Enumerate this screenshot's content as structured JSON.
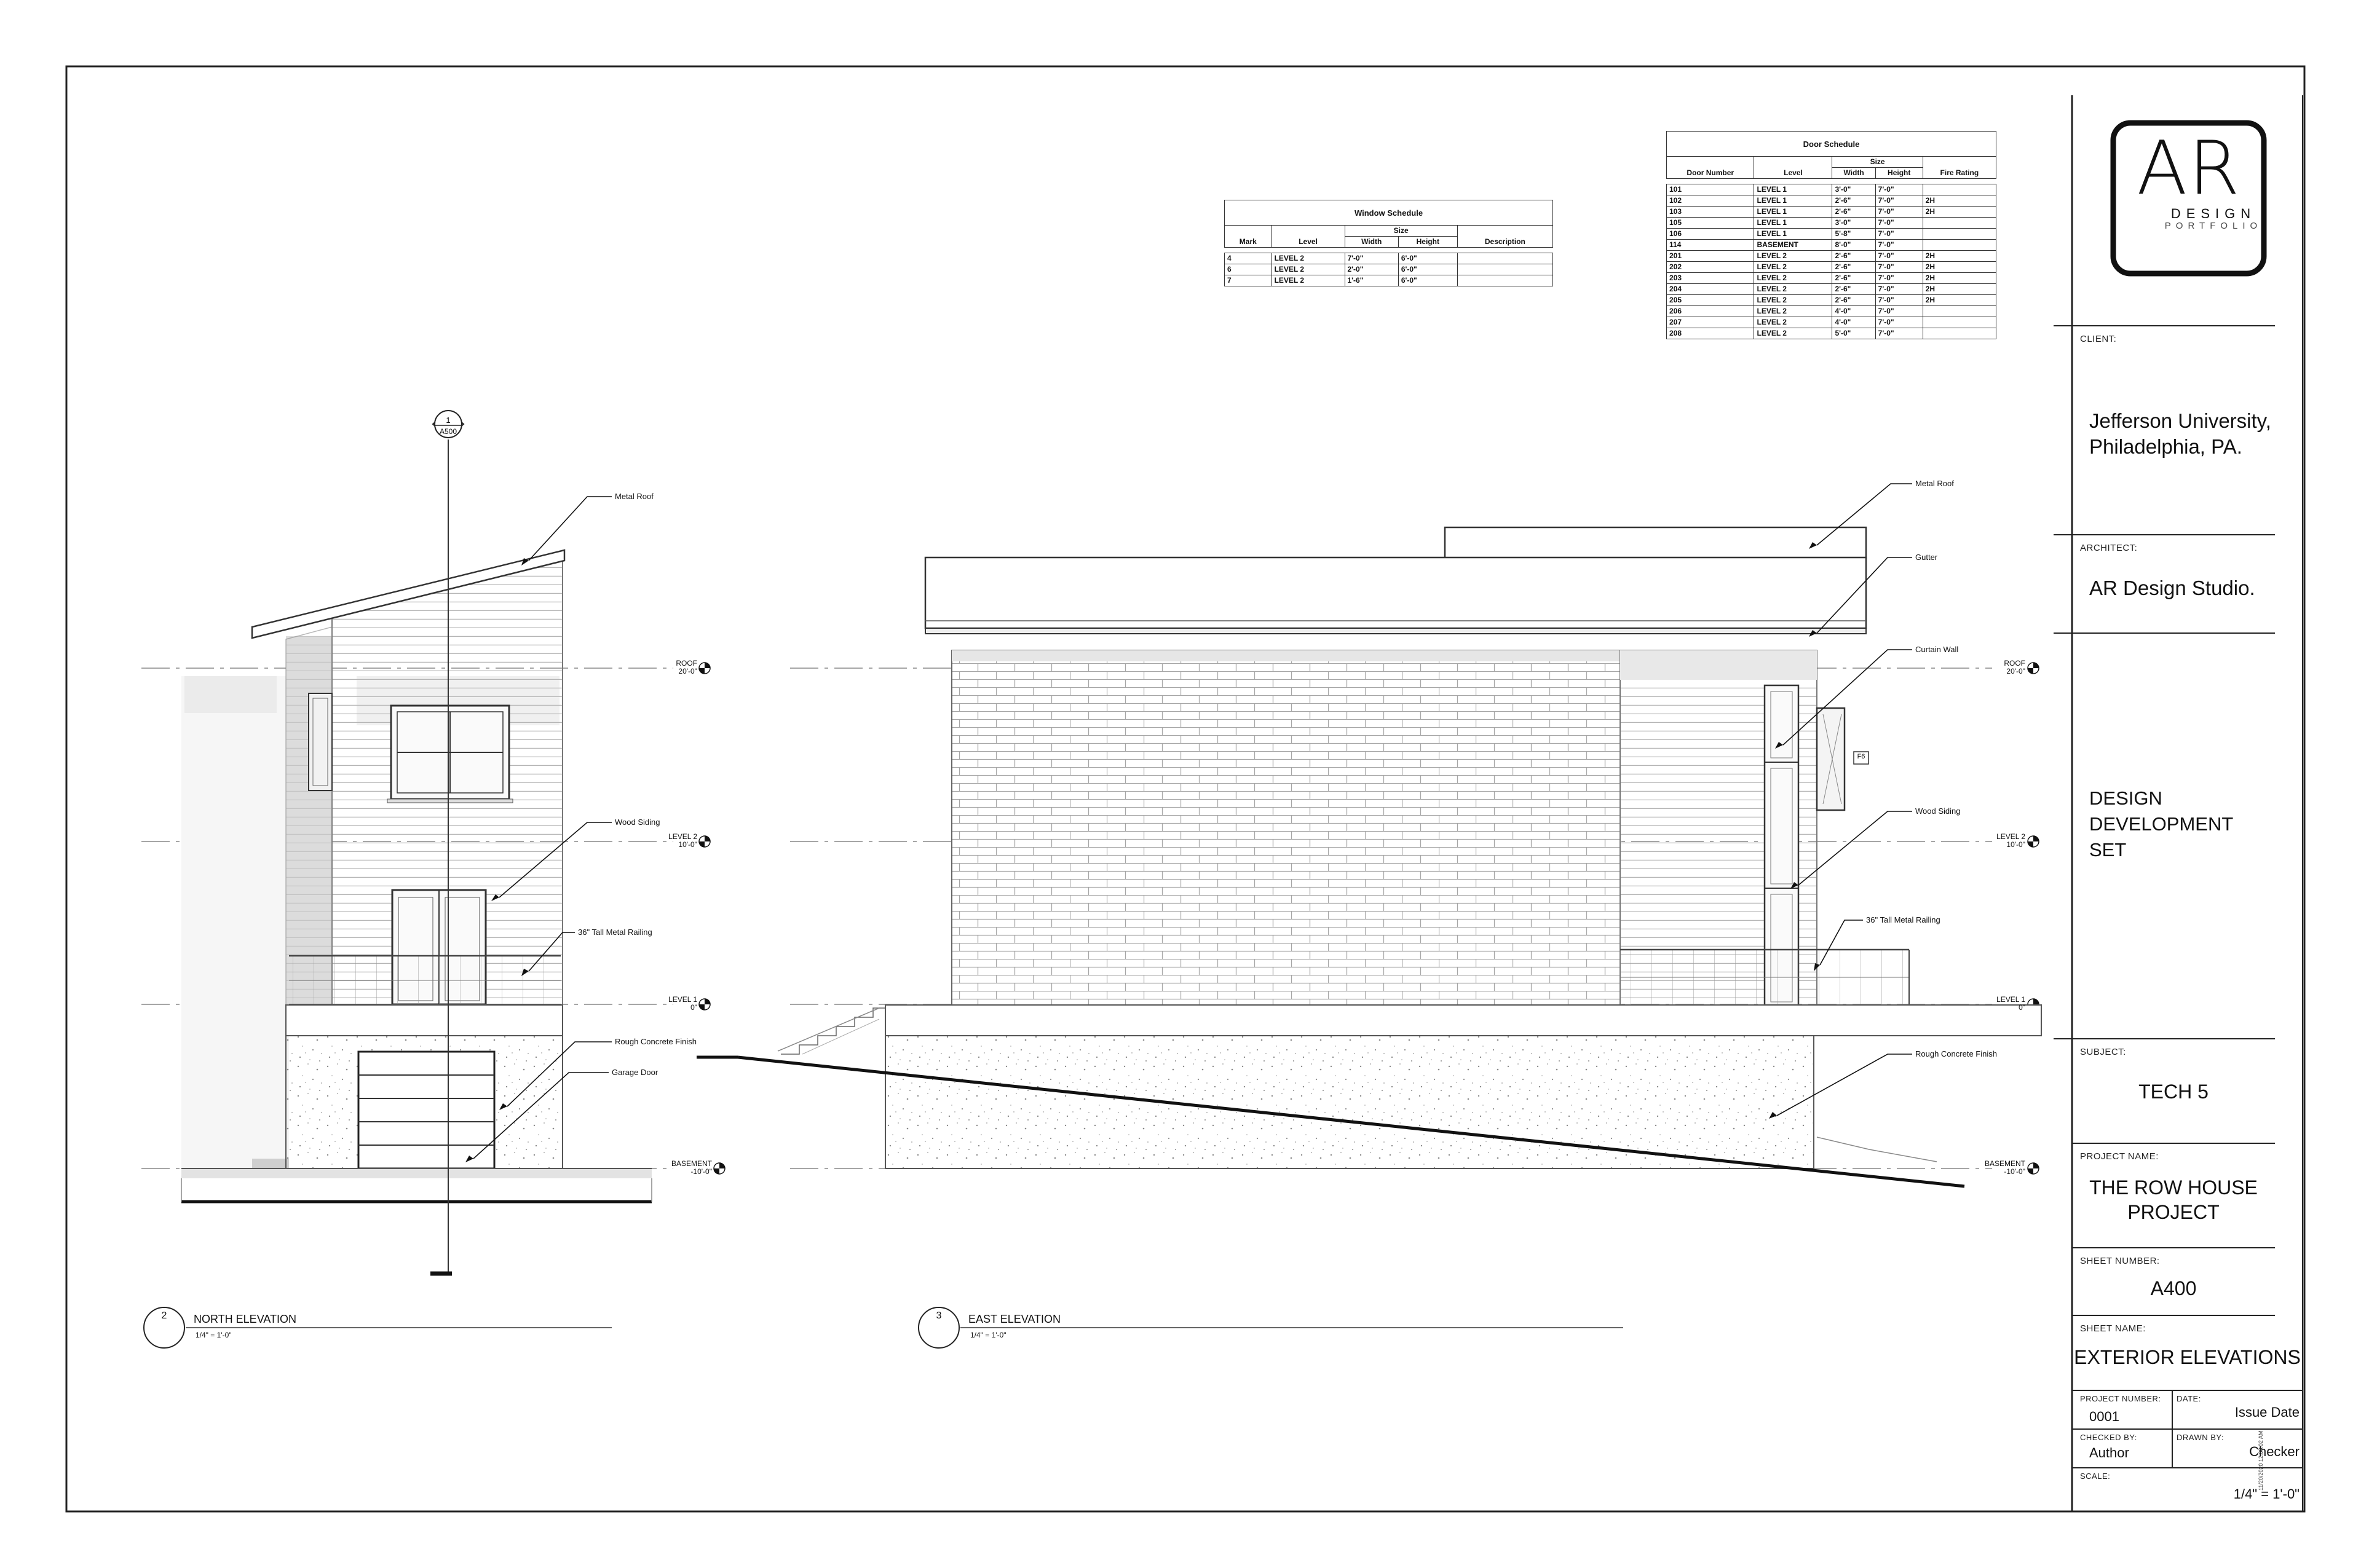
{
  "title_block": {
    "logo_text": "AR",
    "logo_sub1": "DESIGN",
    "logo_sub2": "PORTFOLIO",
    "client_label": "CLIENT:",
    "client_value_1": "Jefferson University,",
    "client_value_2": "Philadelphia, PA.",
    "architect_label": "ARCHITECT:",
    "architect_value": "AR Design Studio.",
    "set_1": "DESIGN",
    "set_2": "DEVELOPMENT",
    "set_3": "SET",
    "subject_label": "SUBJECT:",
    "subject_value": "TECH 5",
    "project_name_label": "PROJECT NAME:",
    "project_name_1": "THE ROW HOUSE",
    "project_name_2": "PROJECT",
    "sheet_number_label": "SHEET NUMBER:",
    "sheet_number": "A400",
    "sheet_name_label": "SHEET NAME:",
    "sheet_name": "EXTERIOR ELEVATIONS",
    "project_number_label": "PROJECT NUMBER:",
    "project_number": "0001",
    "date_label": "DATE:",
    "date_value": "Issue Date",
    "checked_by_label": "CHECKED BY:",
    "checked_by": "Author",
    "drawn_by_label": "DRAWN BY:",
    "drawn_by": "Checker",
    "scale_label": "SCALE:",
    "scale_value": "1/4\" = 1'-0\""
  },
  "window_schedule": {
    "title": "Window Schedule",
    "size_header": "Size",
    "headers": [
      "Mark",
      "Level",
      "Width",
      "Height",
      "Description"
    ],
    "rows": [
      [
        "4",
        "LEVEL 2",
        "7'-0\"",
        "6'-0\"",
        ""
      ],
      [
        "6",
        "LEVEL 2",
        "2'-0\"",
        "6'-0\"",
        ""
      ],
      [
        "7",
        "LEVEL 2",
        "1'-6\"",
        "6'-0\"",
        ""
      ]
    ]
  },
  "door_schedule": {
    "title": "Door Schedule",
    "size_header": "Size",
    "headers": [
      "Door Number",
      "Level",
      "Width",
      "Height",
      "Fire Rating"
    ],
    "rows": [
      [
        "101",
        "LEVEL 1",
        "3'-0\"",
        "7'-0\"",
        ""
      ],
      [
        "102",
        "LEVEL 1",
        "2'-6\"",
        "7'-0\"",
        "2H"
      ],
      [
        "103",
        "LEVEL 1",
        "2'-6\"",
        "7'-0\"",
        "2H"
      ],
      [
        "105",
        "LEVEL 1",
        "3'-0\"",
        "7'-0\"",
        ""
      ],
      [
        "106",
        "LEVEL 1",
        "5'-8\"",
        "7'-0\"",
        ""
      ],
      [
        "114",
        "BASEMENT",
        "8'-0\"",
        "7'-0\"",
        ""
      ],
      [
        "201",
        "LEVEL 2",
        "2'-6\"",
        "7'-0\"",
        "2H"
      ],
      [
        "202",
        "LEVEL 2",
        "2'-6\"",
        "7'-0\"",
        "2H"
      ],
      [
        "203",
        "LEVEL 2",
        "2'-6\"",
        "7'-0\"",
        "2H"
      ],
      [
        "204",
        "LEVEL 2",
        "2'-6\"",
        "7'-0\"",
        "2H"
      ],
      [
        "205",
        "LEVEL 2",
        "2'-6\"",
        "7'-0\"",
        "2H"
      ],
      [
        "206",
        "LEVEL 2",
        "4'-0\"",
        "7'-0\"",
        ""
      ],
      [
        "207",
        "LEVEL 2",
        "4'-0\"",
        "7'-0\"",
        ""
      ],
      [
        "208",
        "LEVEL 2",
        "5'-0\"",
        "7'-0\"",
        ""
      ]
    ]
  },
  "section_marker": {
    "number": "1",
    "sheet": "A500"
  },
  "levels": {
    "roof_name": "ROOF",
    "roof_elev": "20'-0\"",
    "level2_name": "LEVEL 2",
    "level2_elev": "10'-0\"",
    "level1_name": "LEVEL 1",
    "level1_elev": "0\"",
    "basement_name": "BASEMENT",
    "basement_elev": "-10'-0\""
  },
  "north_elevation": {
    "number": "2",
    "title": "NORTH ELEVATION",
    "scale": "1/4\" = 1'-0\"",
    "annotations": {
      "metal_roof": "Metal Roof",
      "wood_siding": "Wood Siding",
      "railing": "36\" Tall Metal Railing",
      "concrete": "Rough Concrete Finish",
      "garage_door": "Garage Door"
    }
  },
  "east_elevation": {
    "number": "3",
    "title": "EAST ELEVATION",
    "scale": "1/4\" = 1'-0\"",
    "window_tag": "F6",
    "annotations": {
      "metal_roof": "Metal Roof",
      "gutter": "Gutter",
      "curtain_wall": "Curtain Wall",
      "wood_siding": "Wood Siding",
      "railing": "36\" Tall Metal Railing",
      "concrete": "Rough Concrete Finish"
    }
  },
  "print_stamp": "11/20/2020 12:38:02 AM"
}
